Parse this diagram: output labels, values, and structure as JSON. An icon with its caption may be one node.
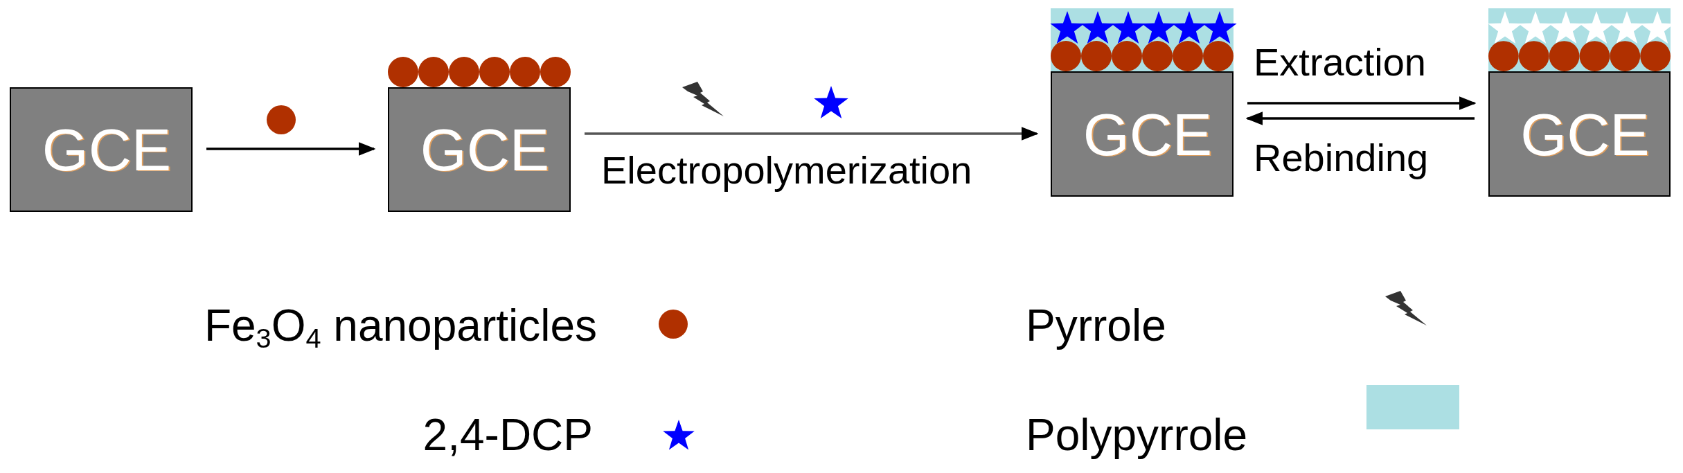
{
  "diagram": {
    "nodes": [
      {
        "text": [
          "GCE"
        ]
      },
      {
        "text": [
          "GCE"
        ]
      },
      {
        "text": [
          "GCE"
        ]
      },
      {
        "text": [
          "GCE"
        ]
      }
    ],
    "edges": [
      {
        "from": 0,
        "to": 1,
        "arrow": "to"
      },
      {
        "from": 1,
        "to": 2,
        "arrow": "to",
        "label": "Electropolymerization"
      },
      {
        "from": 2,
        "to": 3,
        "arrow": "to",
        "label": "Extraction"
      },
      {
        "from": 3,
        "to": 2,
        "arrow": "to",
        "label": "Rebinding"
      }
    ],
    "legend": [
      {
        "text": "Fe$_{3}$O$_{4}$ nanoparticles"
      },
      {
        "text": "Pyrrole"
      },
      {
        "text": "2,4-DCP"
      },
      {
        "text": "Polypyrrole",
        "color": "#acdfe3"
      }
    ]
  }
}
